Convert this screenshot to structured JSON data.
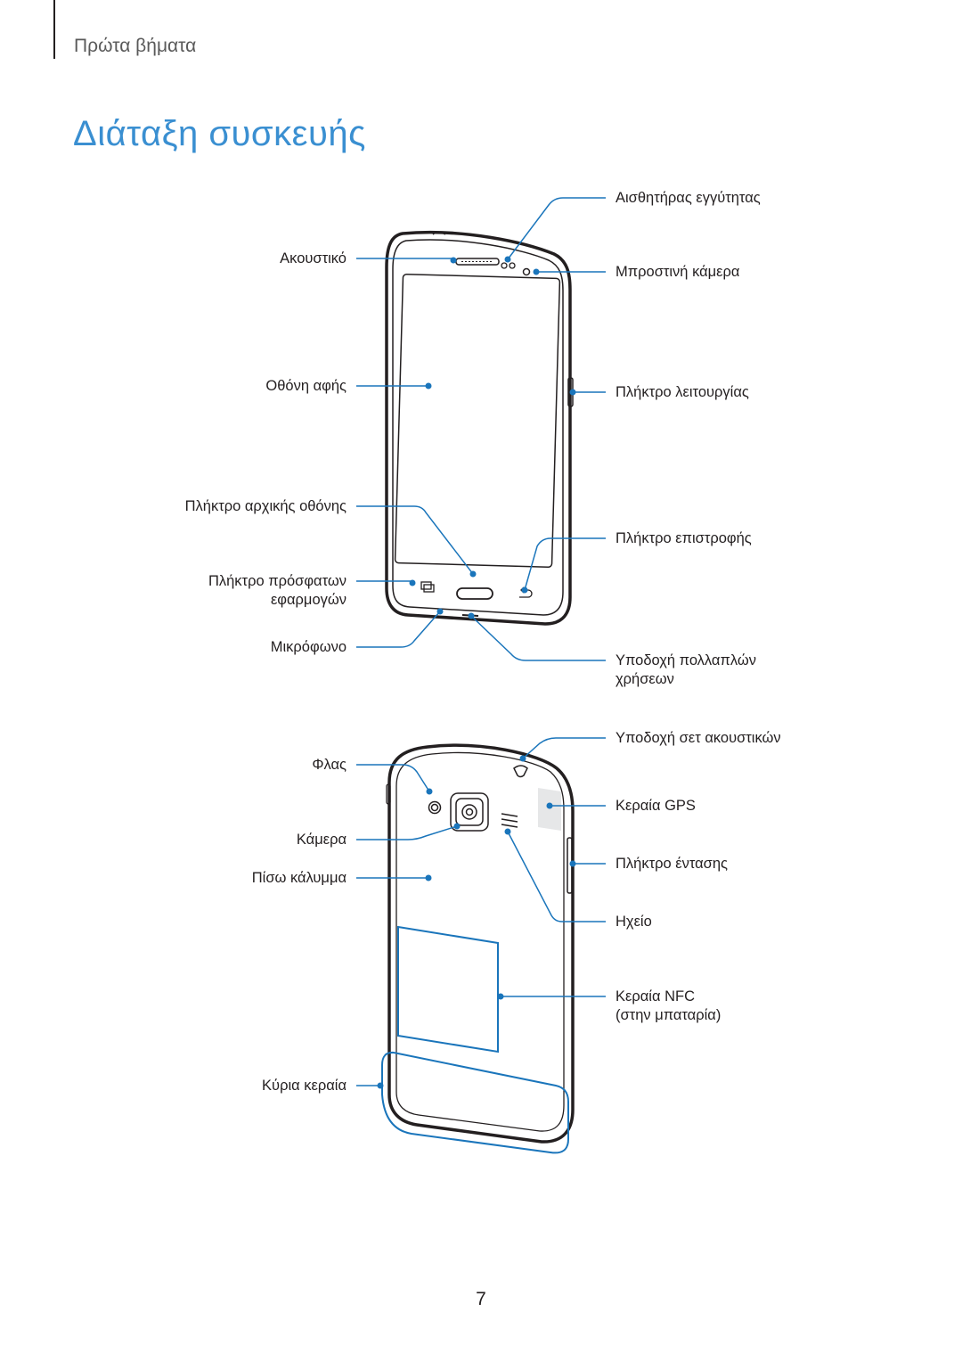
{
  "header": {
    "section": "Πρώτα βήματα"
  },
  "title": "Διάταξη συσκευής",
  "front_labels": {
    "earpiece": "Ακουστικό",
    "touchscreen": "Οθόνη αφής",
    "home_key": "Πλήκτρο αρχικής οθόνης",
    "recent_apps_line1": "Πλήκτρο πρόσφατων",
    "recent_apps_line2": "εφαρμογών",
    "microphone": "Μικρόφωνο",
    "proximity_sensor": "Αισθητήρας εγγύτητας",
    "front_camera": "Μπροστινή κάμερα",
    "power_key": "Πλήκτρο λειτουργίας",
    "back_key": "Πλήκτρο επιστροφής",
    "multipurpose_jack_line1": "Υποδοχή πολλαπλών",
    "multipurpose_jack_line2": "χρήσεων"
  },
  "back_labels": {
    "flash": "Φλας",
    "camera": "Κάμερα",
    "back_cover": "Πίσω κάλυμμα",
    "main_antenna": "Κύρια κεραία",
    "headset_jack": "Υποδοχή σετ ακουστικών",
    "gps_antenna": "Κεραία GPS",
    "volume_key": "Πλήκτρο έντασης",
    "speaker": "Ηχείο",
    "nfc_antenna_line1": "Κεραία NFC",
    "nfc_antenna_line2": "(στην μπαταρία)"
  },
  "colors": {
    "accent": "#3a8fd1",
    "callout": "#1a75bb",
    "outline": "#231f20",
    "text": "#231f20",
    "muted": "#5a5a5a"
  },
  "icons": [
    "recent-apps-icon",
    "back-arrow-icon",
    "camera-lens-icon",
    "flash-icon"
  ],
  "page_number": "7"
}
